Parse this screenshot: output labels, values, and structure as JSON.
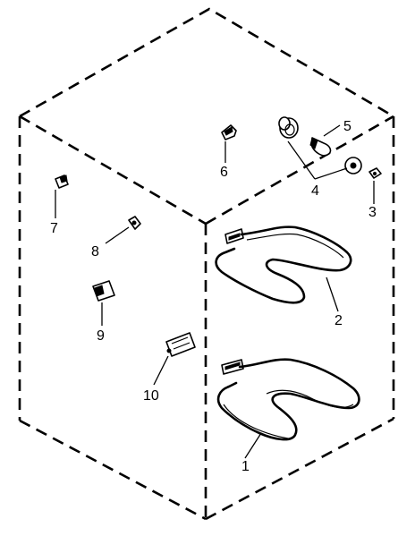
{
  "diagram": {
    "callouts": {
      "c1": "1",
      "c2": "2",
      "c3": "3",
      "c4": "4",
      "c5": "5",
      "c6": "6",
      "c7": "7",
      "c8": "8",
      "c9": "9",
      "c10": "10"
    },
    "line_color": "#000000",
    "background": "#ffffff"
  }
}
